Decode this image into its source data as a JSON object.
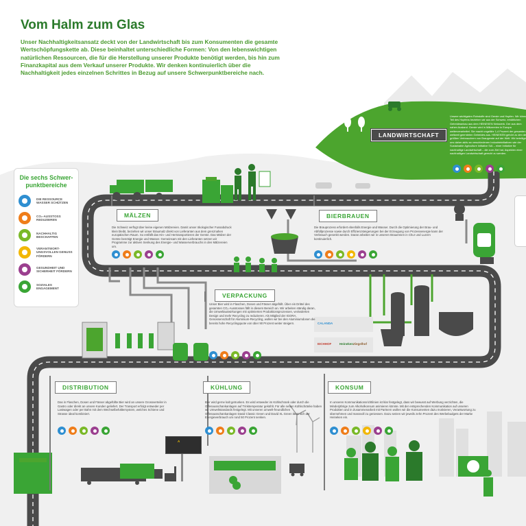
{
  "title": "Vom Halm zum Glas",
  "intro": "Unser Nachhaltigkeitsansatz deckt von der Landwirtschaft bis zum Konsumenten die gesamte Wertschöpfungskette ab. Diese beinhaltet unterschiedliche Formen: Von den lebenswichtigen natürlichen Ressourcen, die für die Herstellung unserer Produkte benötigt werden, bis hin zum Finanzkapital aus dem Verkauf unserer Produkte. Wir denken kontinuierlich über die Nachhaltigkeit jedes einzelnen Schrittes in Bezug auf unsere Schwerpunktbereiche nach.",
  "legend": {
    "title": "Die sechs Schwer-punktbereiche",
    "items": [
      {
        "label": "DIE RESSOURCE WASSER SCHÜTZEN",
        "color": "#2f8fd1",
        "icon": "water-drop-icon"
      },
      {
        "label": "CO₂-AUSSTOSS REDUZIEREN",
        "color": "#ef7d1a",
        "icon": "co2-footprint-icon"
      },
      {
        "label": "NACHHALTIG BESCHAFFEN",
        "color": "#7ab928",
        "icon": "sourcing-icon"
      },
      {
        "label": "VERANTWORT-UNGSVOLLEN GENUSS FÖRDERN",
        "color": "#f2b705",
        "icon": "responsible-enjoyment-icon"
      },
      {
        "label": "GESUNDHEIT UND SICHERHEIT FÖRDERN",
        "color": "#9b3f8f",
        "icon": "health-safety-icon"
      },
      {
        "label": "SOZIALES ENGAGEMENT",
        "color": "#3aa535",
        "icon": "social-engagement-icon"
      }
    ]
  },
  "sections": {
    "landwirtschaft": {
      "label": "LANDWIRTSCHAFT",
      "text": "Unsere wichtigsten Rohstoffe sind Gerste und Hopfen. Wir können Teil des Hopfens beziehen wir aus der Schweiz, erhältlichen Getreideanbau aus dem HEINEKEN Netzwerk. Der aus dem nahen Ausland. Gerste wird in Mälzereien in Europa weiterverarbeitet. Sie macht ungefähr 1,4 Prozent der gesamten weltweit geernteten Getreides aus. HEINEKEN gehört zu den den größten Verbrauchern von Braugerste auf der Welt. Wir beteiligen uns daher aktiv an verschiedenen Industrieinitiativen wie der Sustainable Agriculture Initiative SAI – einer Initiative für nachhaltige Landwirtschaft – die zum Ziel hat, Aspekten einer nachhaltigen Landwirtschaft gerecht zu werden."
    },
    "maelzen": {
      "label": "MÄLZEN",
      "text": "Die Schweiz verfügt über keine eigenen Mälzereien. Damit unser ökologischer Fussabdruck klein bleibt, beziehen wir unser Braumalz direkt von Lieferanten aus dem grenznahen europäischen Raum. So entfällt das Hin- und Hertransportieren der Gerste. Das Mälzen der Gerste benötigt Energie und Wasser. Gemeinsam mit den Lieferanten setzen wir Programme zur aktiven Senkung des Energie- und Wasserverbrauchs in den Mälzereien um."
    },
    "bierbrauen": {
      "label": "BIERBRAUEN",
      "text": "Die Brauprozess erfordert ebenfalls Energie und Wasser. Durch die Optimierung der Brau- und Abfüllprozesse sowie durch Effizienzsteigerungen bei der Erzeugung von Prozessenergie kann der Verbrauch gesenkt werden. Daran arbeiten wir in unseren Brauereien in Chur und Luzern kontinuierlich."
    },
    "verpackung": {
      "label": "VERPACKUNG",
      "text": "Unser Bier wird in Flaschen, Dosen und Fässer abgefüllt. Über ein Drittel des gesamten CO₂-Ausstosses fällt in diesem Bereich an. Wir arbeiten ständig daran, die Umweltauswirkungen mit optimierten Produktionsprozessen, veränderten Design und mehr Recycling zu reduzieren. Als Mitglied der IGORA, Genossenschaft für Aluminium-Recycling, wollen wir bei den Aluminiumdosen die bereits hohe Recyclingquote von über 90 Prozent weiter steigern."
    },
    "distribution": {
      "label": "DISTRIBUTION",
      "text": "Das in Flaschen, Dosen und Fässer abgefüllte Bier wird an unsere Grossverteiler in Gastro oder direkt an unsere Kunden geliefert. Der Transport erfolgt entweder per Lastwagen oder per Bahn mit dem Wechselbehältersystem, welches Schiene und Strasse ideal kombiniert."
    },
    "kuehlung": {
      "label": "KÜHLUNG",
      "text": "Bier wird gerne kalt getrunken. Es wird entweder im Kühlschrank oder durch die Offenausschankanlagen auf Trinktemperatur gekühlt. Für alle neuen Kühlschränke haben wir Umweltstandards festgelegt. Mit unseren umwelt-freundlichen Offenausschankanlagen David Classic Green und David XL Green lässt sich der Energieverbrauch um rund 50 Prozent senken."
    },
    "konsum": {
      "label": "KONSUM",
      "text": "In unseren Kommunikationsrichtlinien ist klar festgelegt, dass wir bewusst auf Werbung verzichten, die Minderjährige zum Alkoholkonsum animieren könnte. Mit der entsprechenden Kommunikation auf unseren Produkten und in Zusammenarbeit mit Partnern wollen wir die Konsumenten dazu motivieren, Verantwortung zu übernehmen und massvoll zu geniessen. Dazu setzen wir jeweils zehn Prozent des Werbebudgets der Marke Heineken ein."
    }
  },
  "brands": [
    "CALANDA",
    "EICHHOF",
    "Heineken",
    "Ziegelhof"
  ],
  "billboard_text": "A",
  "colors": {
    "green": "#3aa535",
    "dark_green": "#2b7a2b",
    "road": "#4a4a4a",
    "hill": "#4ca52e",
    "water": "#2f8fd1",
    "co2": "#ef7d1a",
    "sourcing": "#7ab928",
    "enjoyment": "#f2b705",
    "health": "#9b3f8f",
    "social": "#3aa535"
  }
}
